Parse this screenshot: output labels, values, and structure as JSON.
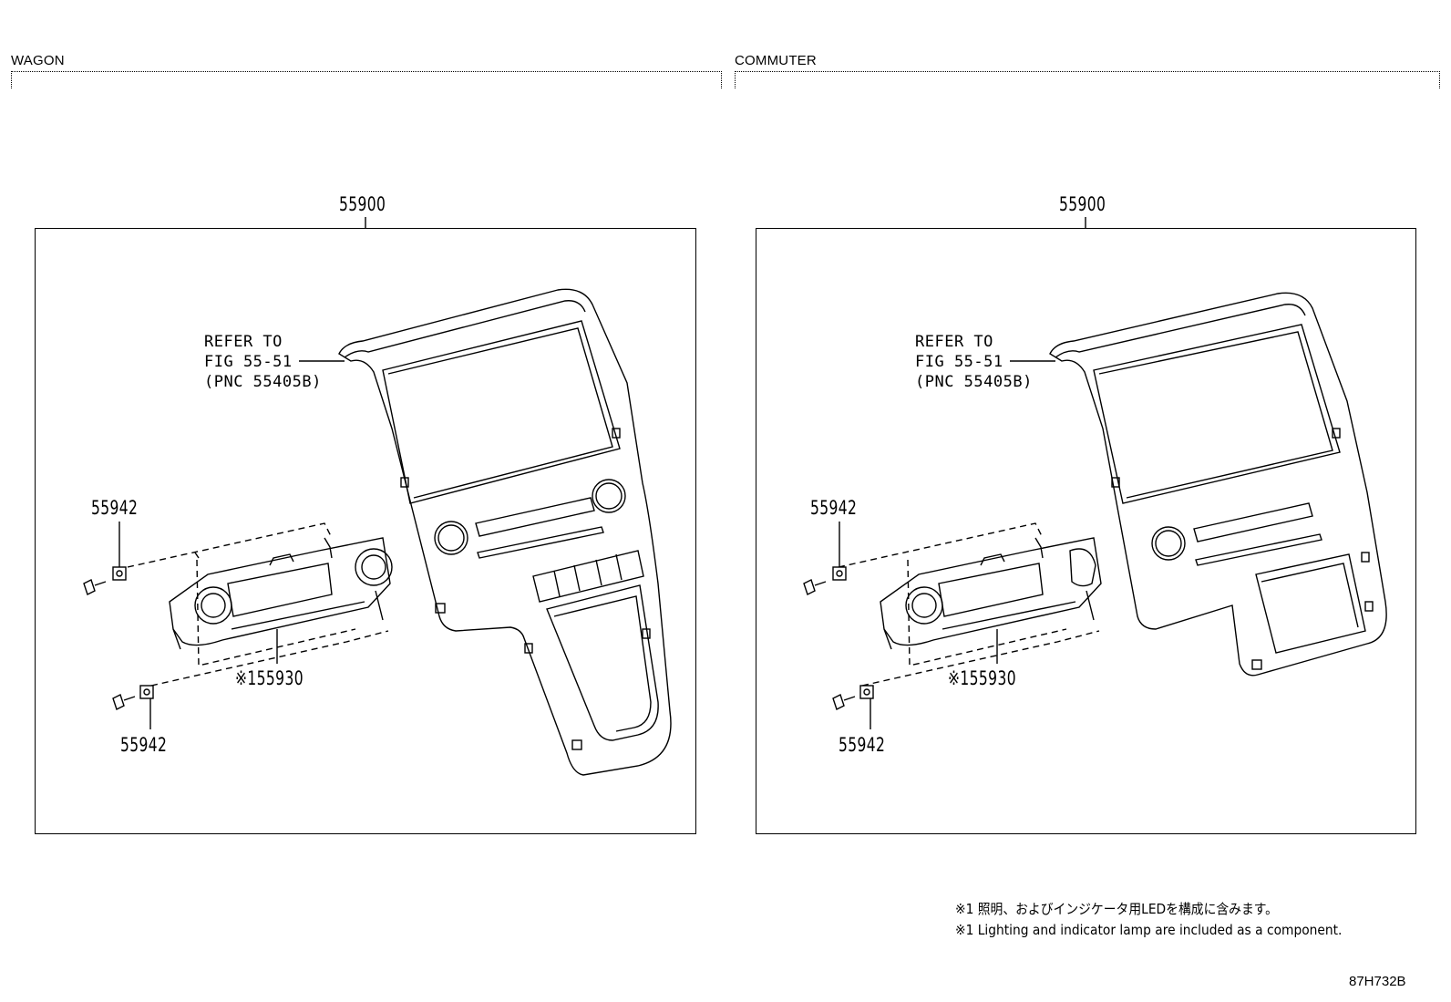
{
  "sections": {
    "wagon": {
      "label": "WAGON",
      "assembly_no": "55900",
      "refer": [
        "REFER TO",
        "FIG 55-51",
        "(PNC 55405B)"
      ],
      "screw_upper_no": "55942",
      "screw_lower_no": "55942",
      "control_no": "※155930"
    },
    "commuter": {
      "label": "COMMUTER",
      "assembly_no": "55900",
      "refer": [
        "REFER TO",
        "FIG 55-51",
        "(PNC 55405B)"
      ],
      "screw_upper_no": "55942",
      "screw_lower_no": "55942",
      "control_no": "※155930"
    }
  },
  "notes": {
    "jp": "※1 照明、およびインジケータ用LEDを構成に含みます。",
    "en": "※1 Lighting and indicator lamp are included as a component."
  },
  "figure_code": "87H732B"
}
